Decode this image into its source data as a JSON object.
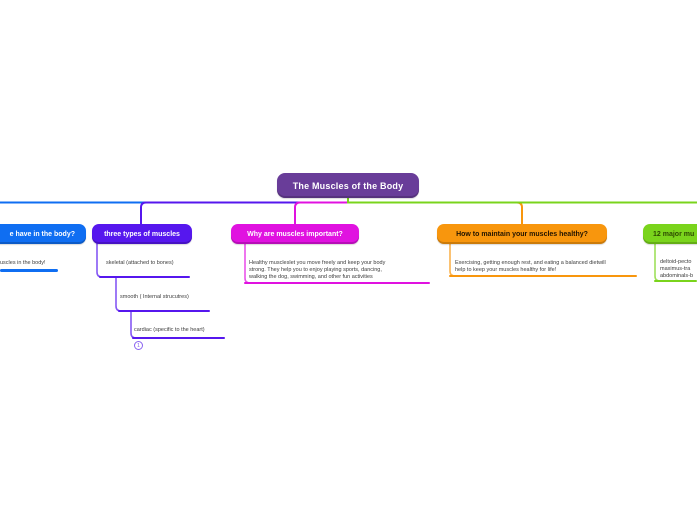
{
  "root": {
    "label": "The Muscles of the Body",
    "bg": "#693d99"
  },
  "branches": {
    "count": {
      "label": "e have in the body?",
      "color": "#0f6ef2",
      "note": "uscles in the body!"
    },
    "types": {
      "label": "three types of muscles",
      "color": "#5617ee",
      "children": {
        "skeletal": "skeletal (attached to bones)",
        "smooth": "smooth ( Internal strucutres)",
        "cardiac": "cardiac (specific to the heart)",
        "cardiac_badge": "1"
      }
    },
    "importance": {
      "label": "Why are muscles important?",
      "color": "#e012e0",
      "note": "Healthy muscleslet you move freely and keep your body\nstrong. They help you to enjoy playing sports, dancing,\nwalking the dog, swimming, and other fun activities"
    },
    "health": {
      "label": "How to maintain your muscles healthy?",
      "color": "#f8960d",
      "text_color": "#221400",
      "note": "Exercising, getting enough rest, and eating a balanced dietwill\nhelp to keep your muscles healthy for life!"
    },
    "major": {
      "label": "12 major mu",
      "color": "#7ad41c",
      "text_color": "#2d4a00",
      "note": "deltoid-pecto\nmaximus-tra\nabdominals-b"
    }
  }
}
